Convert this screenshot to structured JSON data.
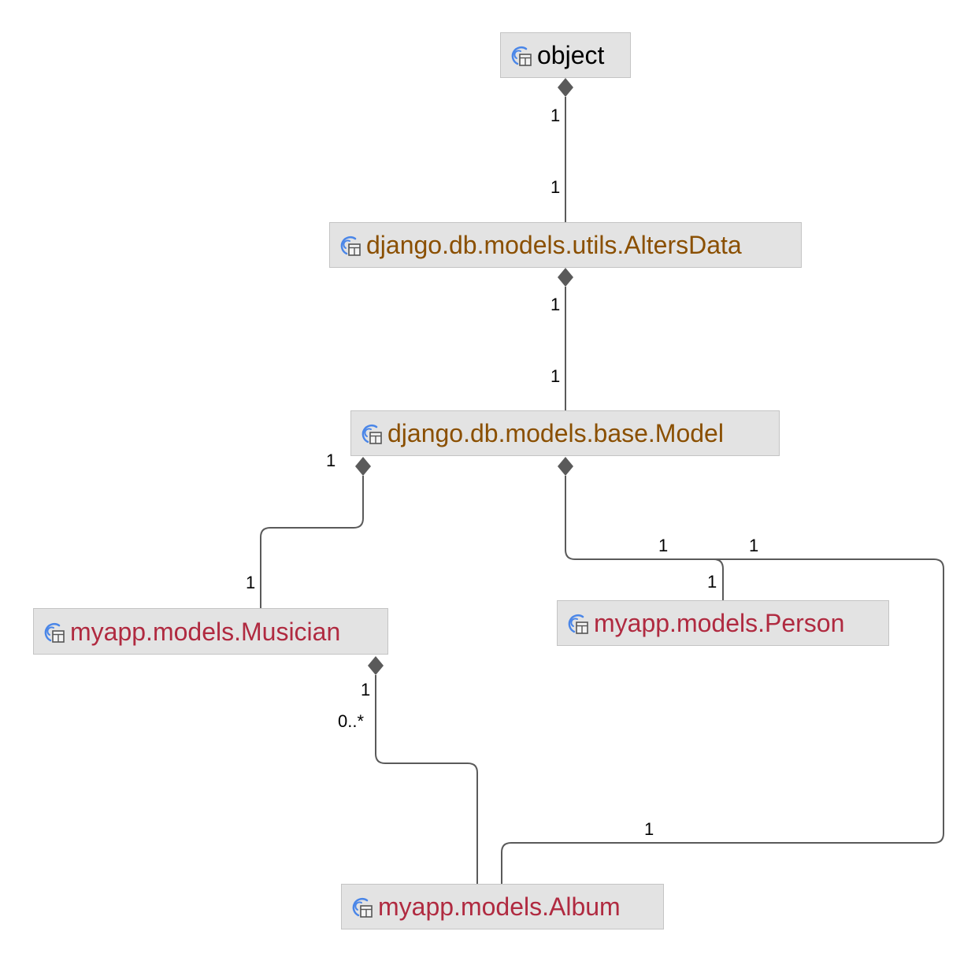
{
  "nodes": {
    "object": {
      "label": "object",
      "category": "builtin"
    },
    "alters_data": {
      "label": "django.db.models.utils.AltersData",
      "category": "library"
    },
    "model": {
      "label": "django.db.models.base.Model",
      "category": "library"
    },
    "musician": {
      "label": "myapp.models.Musician",
      "category": "project"
    },
    "person": {
      "label": "myapp.models.Person",
      "category": "project"
    },
    "album": {
      "label": "myapp.models.Album",
      "category": "project"
    }
  },
  "edges": [
    {
      "from": "object",
      "to": "alters_data",
      "kind": "composition",
      "source_multiplicity": "1",
      "target_multiplicity": "1"
    },
    {
      "from": "alters_data",
      "to": "model",
      "kind": "composition",
      "source_multiplicity": "1",
      "target_multiplicity": "1"
    },
    {
      "from": "model",
      "to": "musician",
      "kind": "composition",
      "source_multiplicity": "1",
      "target_multiplicity": "1"
    },
    {
      "from": "model",
      "to": "person",
      "kind": "composition",
      "source_multiplicity": "1",
      "target_multiplicity": "1"
    },
    {
      "from": "model",
      "to": "album",
      "kind": "composition",
      "source_multiplicity": "1",
      "target_multiplicity": "1"
    },
    {
      "from": "musician",
      "to": "album",
      "kind": "composition",
      "source_multiplicity": "1",
      "target_multiplicity": "0..*"
    }
  ],
  "colors": {
    "builtin": "#000000",
    "library": "#8a4f00",
    "project": "#b02a40",
    "node_fill": "#e3e3e3",
    "node_border": "#c4c4c4",
    "edge": "#5a5a5a",
    "diamond": "#5a5a5a"
  },
  "icon": "python-class-icon"
}
